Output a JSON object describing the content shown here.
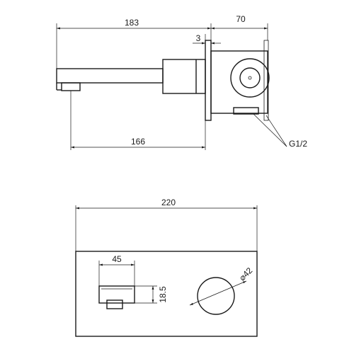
{
  "side_view": {
    "dim_overall_length": "183",
    "dim_box_width": "70",
    "dim_plate_thickness": "3",
    "dim_projection": "166",
    "thread_label": "G1/2"
  },
  "front_view": {
    "dim_plate_width": "220",
    "dim_spout_width": "45",
    "dim_spout_height": "18.5",
    "dim_handle_diameter": "⌀42"
  },
  "colors": {
    "line": "#1a1a1a",
    "background": "#ffffff"
  }
}
